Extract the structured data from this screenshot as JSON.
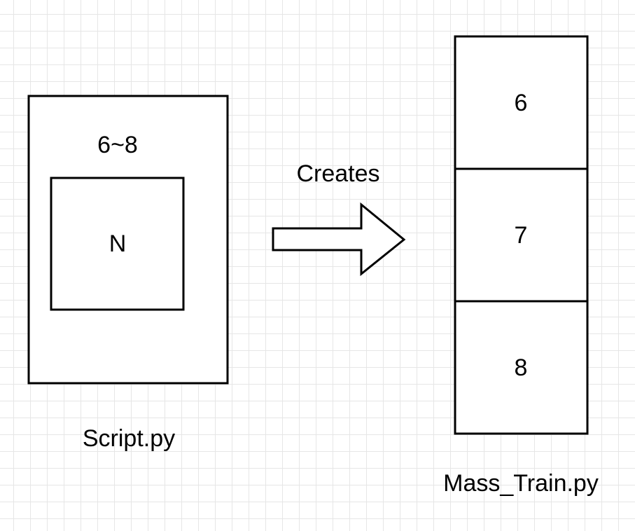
{
  "diagram": {
    "source": {
      "caption": "Script.py",
      "range_label": "6~8",
      "inner_label": "N"
    },
    "connector": {
      "label": "Creates"
    },
    "target": {
      "caption": "Mass_Train.py",
      "items": [
        "6",
        "7",
        "8"
      ]
    }
  }
}
